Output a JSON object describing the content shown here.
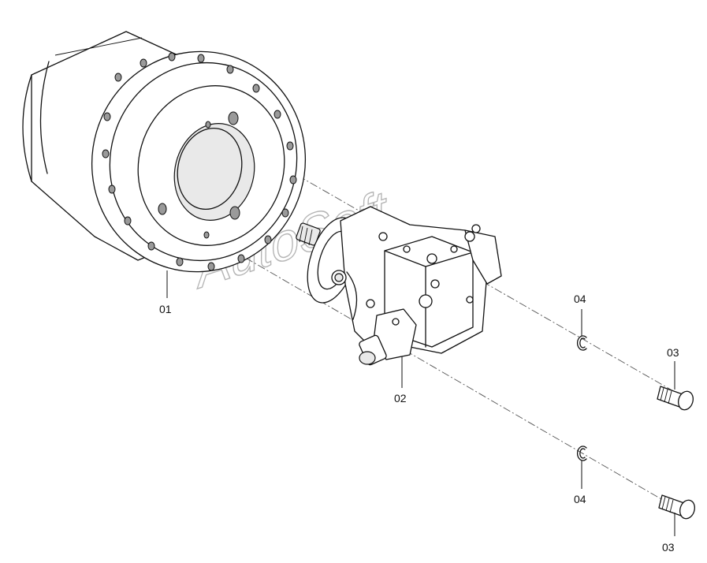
{
  "callouts": {
    "housing": "01",
    "motor": "02",
    "bolt_upper": "03",
    "bolt_lower": "03",
    "washer_upper": "04",
    "washer_lower": "04"
  },
  "watermark": "AutoSoft"
}
